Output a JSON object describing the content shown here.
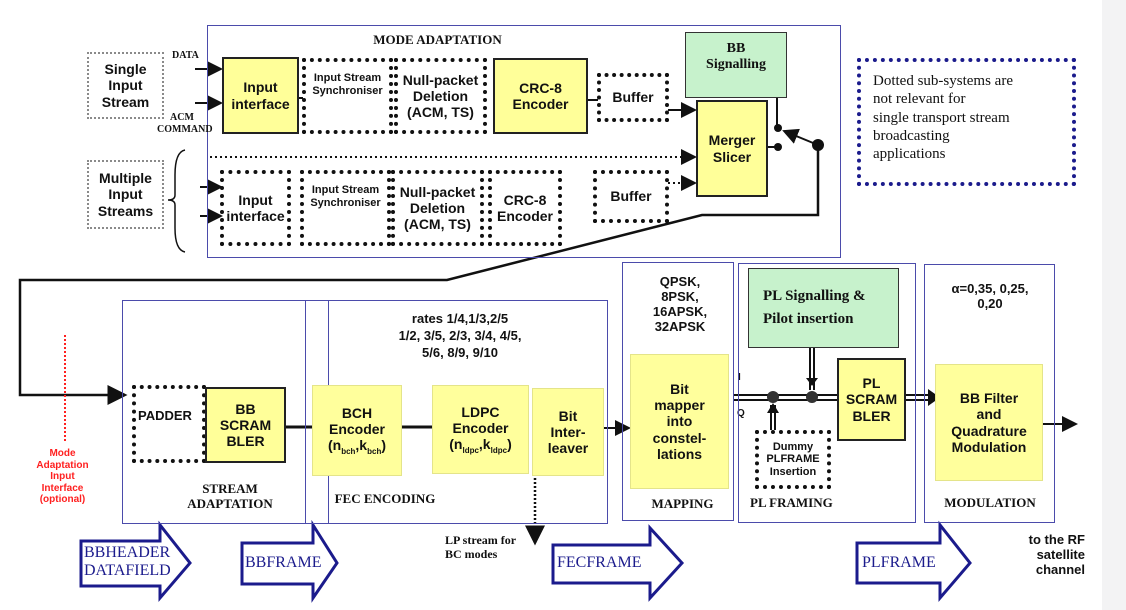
{
  "mode_adaptation": {
    "title": "MODE ADAPTATION",
    "single_input": "Single\nInput\nStream",
    "data_label": "DATA",
    "acm_label": "ACM\nCOMMAND",
    "multiple_input": "Multiple\nInput\nStreams",
    "input_interface": "Input\ninterface",
    "sync": "Input Stream\nSynchroniser",
    "null_packet": "Null-packet\nDeletion\n(ACM, TS)",
    "crc": "CRC-8\nEncoder",
    "buffer": "Buffer",
    "bb_signalling": "BB\nSignalling",
    "merger": "Merger\nSlicer"
  },
  "note": "Dotted sub-systems are\nnot relevant for\nsingle transport stream\nbroadcasting\napplications",
  "mode_input_note": "Mode\nAdaptation\nInput\nInterface\n(optional)",
  "stream_adaptation": {
    "title": "STREAM\nADAPTATION",
    "padder": "PADDER",
    "scrambler": "BB\nSCRAM\nBLER"
  },
  "fec": {
    "title": "FEC ENCODING",
    "rates": "rates 1/4,1/3,2/5\n1/2, 3/5, 2/3, 3/4, 4/5,\n5/6, 8/9, 9/10",
    "bch": "BCH\nEncoder",
    "bch_n": "(n",
    "bch_sub": "bch",
    "bch_k": ",k",
    "bch_close": ")",
    "ldpc": "LDPC\nEncoder",
    "ldpc_n": "(n",
    "ldpc_sub": "ldpc",
    "ldpc_k": ",k",
    "ldpc_close": ")",
    "interleaver": "Bit\nInter-\nleaver",
    "lp_stream": "LP stream for\nBC modes"
  },
  "mapping": {
    "title": "MAPPING",
    "modulations": "QPSK,\n8PSK,\n16APSK,\n32APSK",
    "mapper": "Bit\nmapper\ninto\nconstel-\nlations",
    "i_label": "I",
    "q_label": "Q"
  },
  "pl_framing": {
    "title": "PL FRAMING",
    "signalling": "PL Signalling &\nPilot insertion",
    "scrambler": "PL\nSCRAM\nBLER",
    "dummy": "Dummy\nPLFRAME\nInsertion"
  },
  "modulation": {
    "title": "MODULATION",
    "rolloff": "α=0,35, 0,25,\n0,20",
    "filter": "BB Filter\nand\nQuadrature\nModulation",
    "output": "to the RF\nsatellite\nchannel"
  },
  "frames": {
    "bbheader": "BBHEADER\nDATAFIELD",
    "bbframe": "BBFRAME",
    "fecframe": "FECFRAME",
    "plframe": "PLFRAME"
  },
  "colors": {
    "frame": "#4b4bab",
    "active_block": "#ffff99",
    "signalling_block": "#c7f2cc",
    "optional_note": "#ff2020",
    "frame_arrow": "#1b1b8c"
  }
}
